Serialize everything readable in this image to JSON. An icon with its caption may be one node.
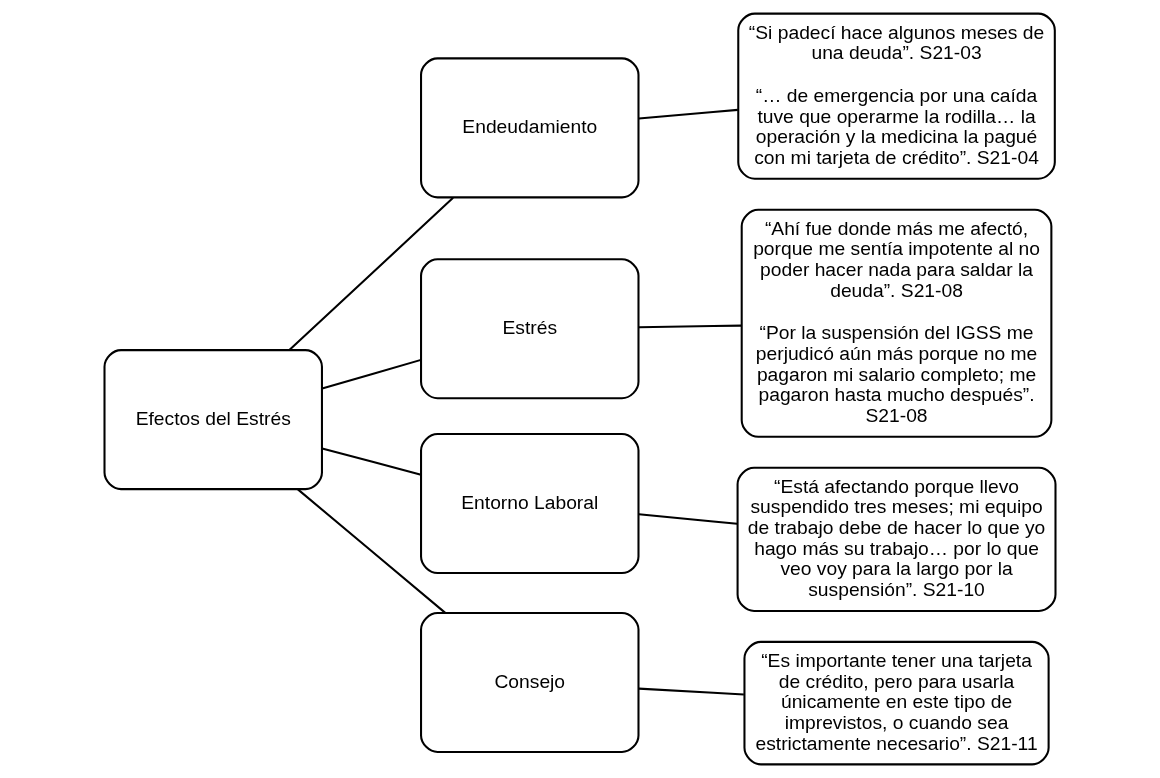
{
  "diagram": {
    "nodes": [
      {
        "text": [
          "Efectos del Estrés"
        ]
      },
      {
        "text": [
          "Endeudamiento"
        ]
      },
      {
        "text": [
          "Estrés"
        ]
      },
      {
        "text": [
          "Entorno Laboral"
        ]
      },
      {
        "text": [
          "Consejo"
        ]
      },
      {
        "text": [
          "“Si padecí hace algunos meses de una deuda”. S21-03",
          "“… de emergencia por una caída tuve que operarme la rodilla… la operación y la medicina la pagué con mi tarjeta de crédito”. S21-04"
        ]
      },
      {
        "text": [
          "“Ahí fue donde más me afectó, porque me sentía impotente al no poder hacer nada para saldar la deuda”. S21-08",
          "“Por la suspensión del IGSS me perjudicó aún más porque no me pagaron mi salario completo; me pagaron hasta mucho después”. S21-08"
        ]
      },
      {
        "text": [
          "“Está afectando porque llevo suspendido tres meses; mi equipo de trabajo debe de hacer lo que yo hago más su trabajo… por lo que veo voy para la largo por la suspensión”. S21-10"
        ]
      },
      {
        "text": [
          "“Es importante tener una tarjeta de crédito, pero para usarla únicamente en este tipo de imprevistos, o cuando sea estrictamente necesario”. S21-11"
        ]
      }
    ],
    "edges": [
      {
        "from": 0,
        "to": 1,
        "arrow": "none"
      },
      {
        "from": 0,
        "to": 2,
        "arrow": "none"
      },
      {
        "from": 0,
        "to": 3,
        "arrow": "none"
      },
      {
        "from": 0,
        "to": 4,
        "arrow": "none"
      },
      {
        "from": 1,
        "to": 5,
        "arrow": "none"
      },
      {
        "from": 2,
        "to": 6,
        "arrow": "none"
      },
      {
        "from": 3,
        "to": 7,
        "arrow": "none"
      },
      {
        "from": 4,
        "to": 8,
        "arrow": "none"
      }
    ]
  }
}
